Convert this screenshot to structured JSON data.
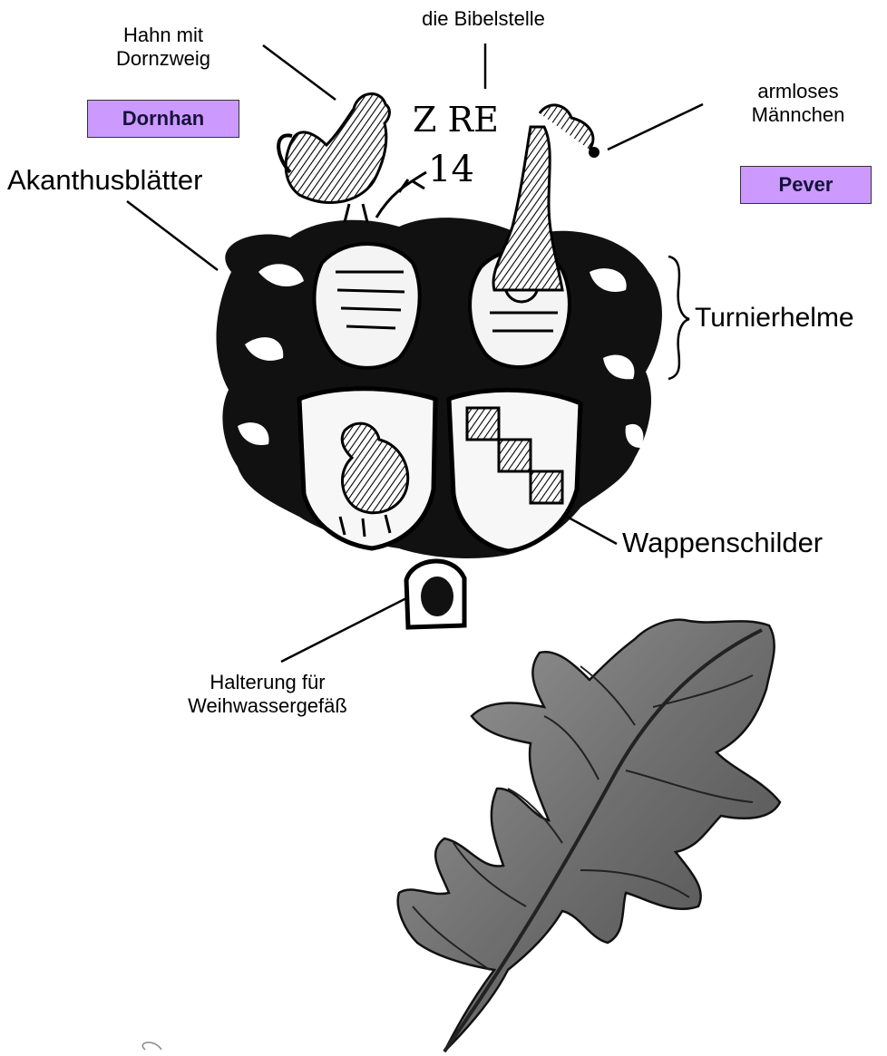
{
  "labels": {
    "hahn_line1": "Hahn mit",
    "hahn_line2": "Dornzweig",
    "bibelstelle": "die Bibelstelle",
    "maennchen_line1": "armloses",
    "maennchen_line2": "Männchen",
    "akanthus": "Akanthusblätter",
    "turnierhelme": "Turnierhelme",
    "wappenschilder": "Wappenschilder",
    "halterung_line1": "Halterung für",
    "halterung_line2": "Weihwassergefäß"
  },
  "boxes": {
    "dornhan": "Dornhan",
    "pever": "Pever"
  },
  "carving_inscription": {
    "line1": "Z RE",
    "line2": "14"
  },
  "colors": {
    "box_fill": "#cc99ff",
    "box_border": "#333333",
    "ink": "#000000",
    "leaf_shade": "#7a7a7a"
  }
}
